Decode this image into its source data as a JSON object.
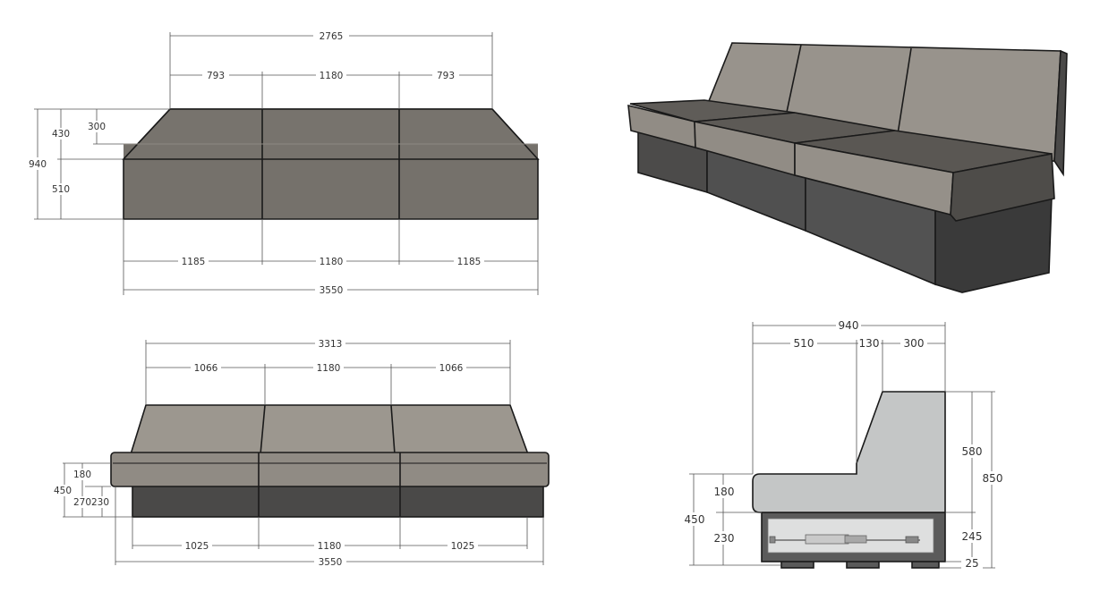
{
  "views": {
    "top": {
      "overall_top": "2765",
      "top_left": "793",
      "top_center": "1180",
      "top_right": "793",
      "depth_total": "940",
      "depth_back": "430",
      "depth_back_inner": "300",
      "depth_seat": "510",
      "bottom_left": "1185",
      "bottom_center": "1180",
      "bottom_right": "1185",
      "overall_bottom": "3550"
    },
    "front": {
      "overall_top": "3313",
      "top_left": "1066",
      "top_center": "1180",
      "top_right": "1066",
      "seat_height": "450",
      "cushion": "180",
      "base": "270",
      "base_inner": "230",
      "bottom_left": "1025",
      "bottom_center": "1180",
      "bottom_right": "1025",
      "overall_bottom": "3550"
    },
    "side": {
      "depth_total": "940",
      "seat_depth": "510",
      "back_slope": "130",
      "back_depth": "300",
      "back_height": "580",
      "total_height": "850",
      "seat_height": "450",
      "cushion": "180",
      "base": "230",
      "base_right": "245",
      "foot": "25"
    }
  },
  "colors": {
    "back_top": "#77736d",
    "seat": "#75716b",
    "cushion_light": "#9c978f",
    "base_dark": "#4a4948",
    "side_panel": "#c4c6c6"
  }
}
